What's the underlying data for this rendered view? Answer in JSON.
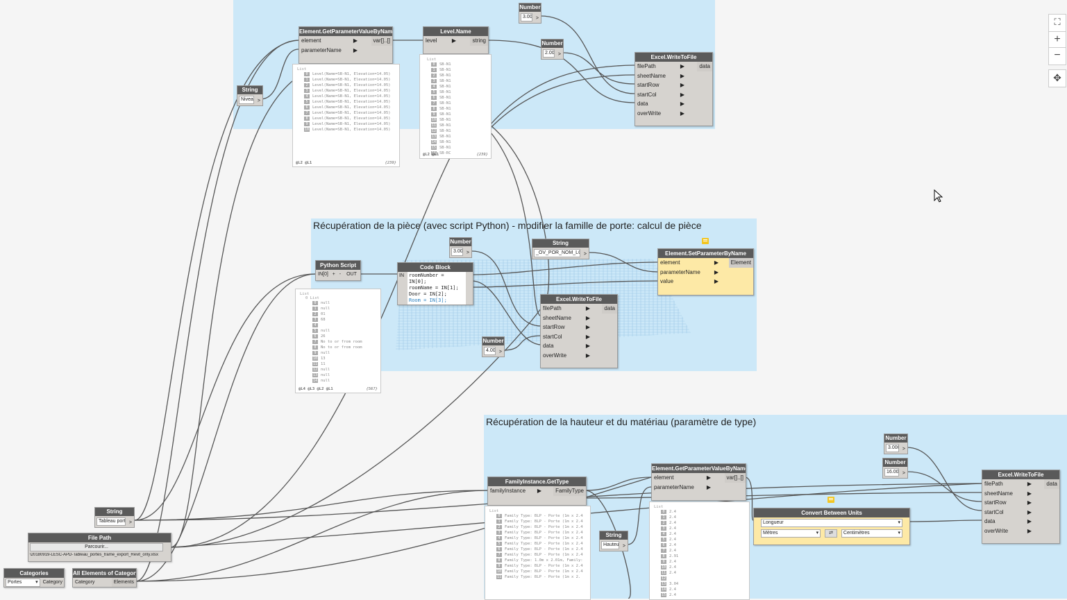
{
  "groups": {
    "g2_title": "Récupération de la pièce (avec script Python) - modifier la famille de porte: calcul de pièce",
    "g3_title": "Récupération de la hauteur et du matériau (paramètre de type)"
  },
  "numbers": {
    "n_top_a": {
      "title": "Number",
      "value": "3.000"
    },
    "n_top_b": {
      "title": "Number",
      "value": "2.000"
    },
    "n_mid_a": {
      "title": "Number",
      "value": "3.000"
    },
    "n_mid_b": {
      "title": "Number",
      "value": "4.000"
    },
    "n_bot_a": {
      "title": "Number",
      "value": "3.000"
    },
    "n_bot_b": {
      "title": "Number",
      "value": "16.000"
    }
  },
  "strings": {
    "s_top": {
      "title": "String",
      "value": "Niveau"
    },
    "s_mid": {
      "title": "String",
      "value": "_OV_POR_NOM_LOCAL"
    },
    "s_bot1": {
      "title": "String",
      "value": "Tableau porte"
    },
    "s_bot2": {
      "title": "String",
      "value": "Hauteur"
    }
  },
  "nodes": {
    "getparam1": {
      "title": "Element.GetParameterValueByName",
      "in1": "element",
      "in2": "parameterName",
      "out": "var[]..[]"
    },
    "levelname": {
      "title": "Level.Name",
      "in1": "level",
      "out": "string"
    },
    "excel1": {
      "title": "Excel.WriteToFile",
      "ins": [
        "filePath",
        "sheetName",
        "startRow",
        "startCol",
        "data",
        "overWrite"
      ],
      "out": "data"
    },
    "python": {
      "title": "Python Script",
      "in": "IN[0]",
      "plus": "+",
      "minus": "-",
      "out": "OUT"
    },
    "codeblock": {
      "title": "Code Block",
      "in": "IN",
      "lines": [
        "roomNumber = IN[0];",
        "roomName = IN[1];",
        "Door = IN[2];",
        "Room = IN[3];"
      ]
    },
    "setparam": {
      "title": "Element.SetParameterByName",
      "ins": [
        "element",
        "parameterName",
        "value"
      ],
      "out": "Element"
    },
    "excel2": {
      "title": "Excel.WriteToFile",
      "ins": [
        "filePath",
        "sheetName",
        "startRow",
        "startCol",
        "data",
        "overWrite"
      ],
      "out": "data"
    },
    "gettype": {
      "title": "FamilyInstance.GetType",
      "in": "familyInstance",
      "out": "FamilyType"
    },
    "getparam2": {
      "title": "Element.GetParameterValueByName",
      "in1": "element",
      "in2": "parameterName",
      "out": "var[]..[]"
    },
    "convert": {
      "title": "Convert Between Units",
      "dropdown1": "Longueur",
      "dropdown2": "Mètres",
      "swap": "⇄",
      "dropdown3": "Centimètres"
    },
    "excel3": {
      "title": "Excel.WriteToFile",
      "ins": [
        "filePath",
        "sheetName",
        "startRow",
        "startCol",
        "data",
        "overWrite"
      ],
      "out": "data"
    },
    "filepath": {
      "title": "File Path",
      "button": "Parcourir...",
      "path": "\\20180919-LESC-APD-Tableau_portes_trame_export_Revit_only.xlsx"
    },
    "categories": {
      "title": "Categories",
      "value": "Portes",
      "out": "Category"
    },
    "allelements": {
      "title": "All Elements of Category",
      "in": "Category",
      "out": "Elements"
    }
  },
  "previews": {
    "p_getparam1": {
      "label": "List",
      "items": [
        "Level(Name=SB-N1, Elevation=14.05)",
        "Level(Name=SB-N1, Elevation=14.05)",
        "Level(Name=SB-N1, Elevation=14.05)",
        "Level(Name=SB-N1, Elevation=14.05)",
        "Level(Name=SB-N1, Elevation=14.05)",
        "Level(Name=SB-N1, Elevation=14.05)",
        "Level(Name=SB-N1, Elevation=14.05)",
        "Level(Name=SB-N1, Elevation=14.05)",
        "Level(Name=SB-N1, Elevation=14.05)",
        "Level(Name=SB-N1, Elevation=14.05)",
        "Level(Name=SB-N1, Elevation=14.05)"
      ],
      "foot": "@L2 @L1",
      "count": "{239}"
    },
    "p_levelname": {
      "label": "List",
      "items": [
        "SB-N1",
        "SB-N1",
        "SB-N1",
        "SB-N1",
        "SB-N1",
        "SB-N1",
        "SB-N1",
        "SB-N1",
        "SB-N1",
        "SB-N1",
        "SB-N1",
        "SB-N1",
        "SB-N1",
        "SB-N1",
        "SB-N1",
        "SB-N1",
        "SB-RC"
      ],
      "foot": "@L2 @L1",
      "count": "{239}"
    },
    "p_python": {
      "label": "List",
      "sub": "0 List",
      "items": [
        "null",
        "null",
        "01",
        "68",
        "",
        "null",
        "26",
        "No to or from room",
        "No to or from room",
        "null",
        "13",
        "11",
        "null",
        "null",
        "null"
      ],
      "foot": "@L4 @L3 @L2 @L1",
      "count": "{567}"
    },
    "p_gettype": {
      "label": "List",
      "items": [
        "Family Type: BLP - Porte (1m x 2.4",
        "Family Type: BLP - Porte (1m x 2.4",
        "Family Type: BLP - Porte (1m x 2.4",
        "Family Type: BLP - Porte (1m x 2.4",
        "Family Type: BLP - Porte (1m x 2.4",
        "Family Type: BLP - Porte (1m x 2.4",
        "Family Type: BLP - Porte (1m x 2.4",
        "Family Type: BLP - Porte (1m x 2.4",
        "Family Type: 1.0m x 2.01m, Family:",
        "Family Type: BLP - Porte (1m x 2.4",
        "Family Type: BLP - Porte (1m x 2.4",
        "Family Type: BLP - Porte (1m x 2."
      ]
    },
    "p_getparam2": {
      "label": "List",
      "items": [
        "2.4",
        "2.4",
        "2.4",
        "2.4",
        "2.4",
        "2.4",
        "2.4",
        "2.4",
        "2.91",
        "2.4",
        "2.4",
        "2.4",
        "",
        "3.04",
        "2.4",
        "2.4"
      ]
    }
  },
  "ui": {
    "fullscreen_icon": "⛶",
    "zoom_in": "+",
    "zoom_out": "−",
    "pan_icon": "✥"
  }
}
